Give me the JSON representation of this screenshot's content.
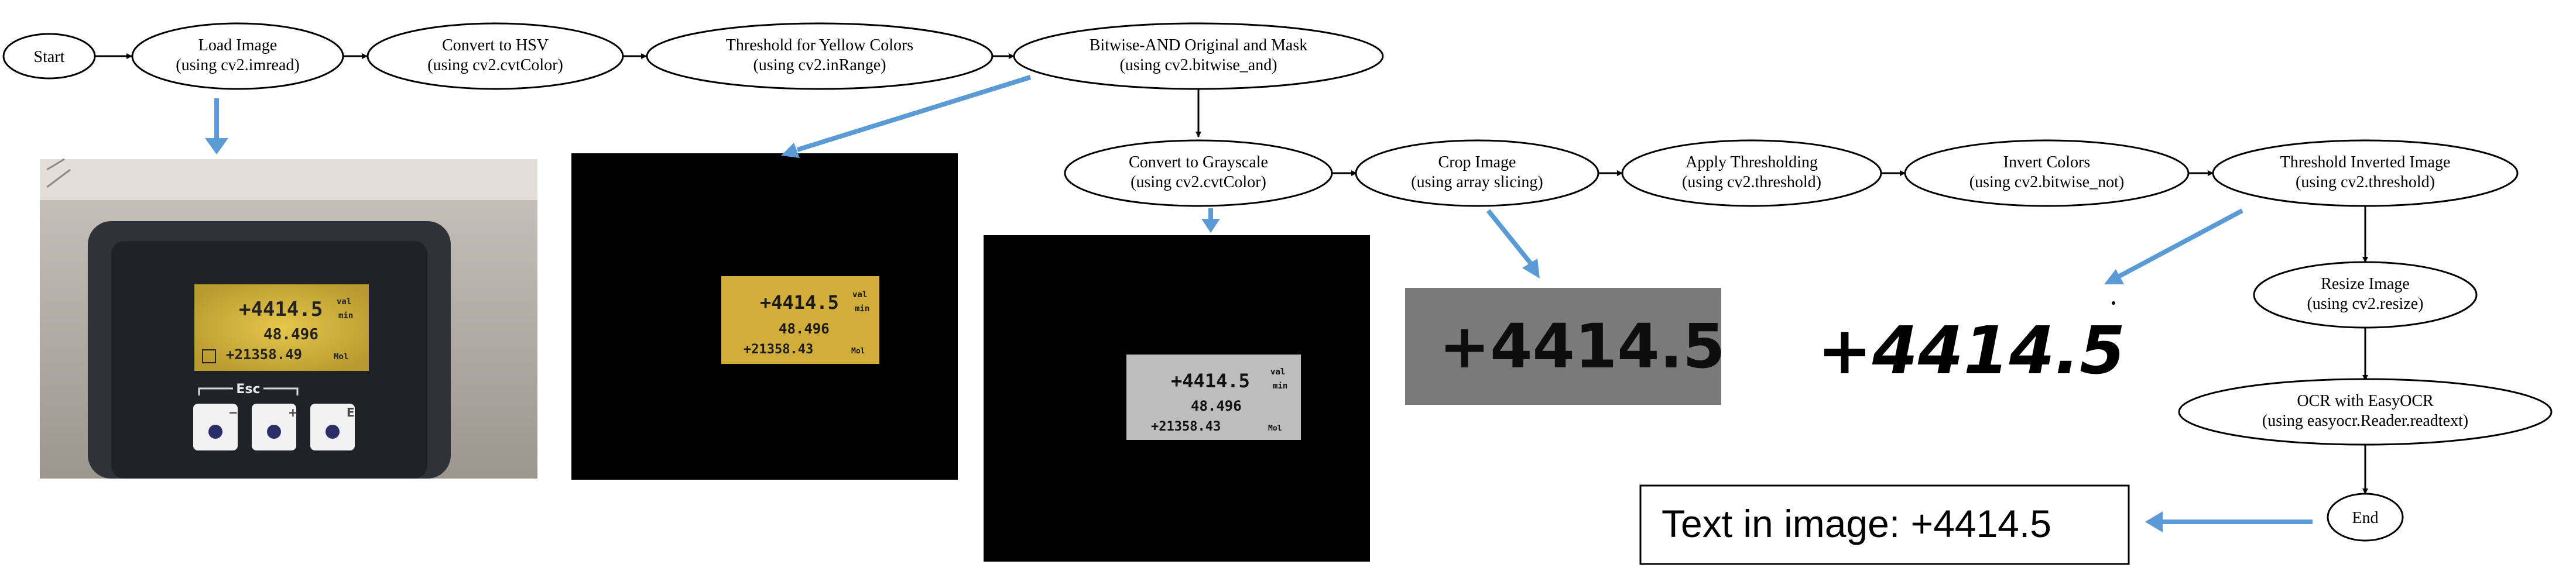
{
  "nodes": {
    "start": {
      "label": "Start"
    },
    "load": {
      "label": "Load Image",
      "sub": "(using cv2.imread)"
    },
    "hsv": {
      "label": "Convert to HSV",
      "sub": "(using cv2.cvtColor)"
    },
    "thresh_yellow": {
      "label": "Threshold for Yellow Colors",
      "sub": "(using cv2.inRange)"
    },
    "bitwise_and": {
      "label": "Bitwise-AND Original and Mask",
      "sub": "(using cv2.bitwise_and)"
    },
    "gray": {
      "label": "Convert to Grayscale",
      "sub": "(using cv2.cvtColor)"
    },
    "crop": {
      "label": "Crop Image",
      "sub": "(using array slicing)"
    },
    "apply_thresh": {
      "label": "Apply Thresholding",
      "sub": "(using cv2.threshold)"
    },
    "invert": {
      "label": "Invert Colors",
      "sub": "(using cv2.bitwise_not)"
    },
    "thresh_inv": {
      "label": "Threshold Inverted Image",
      "sub": "(using cv2.threshold)"
    },
    "resize": {
      "label": "Resize Image",
      "sub": "(using cv2.resize)"
    },
    "ocr": {
      "label": "OCR with EasyOCR",
      "sub": "(using easyocr.Reader.readtext)"
    },
    "end": {
      "label": "End"
    }
  },
  "result": {
    "text": "Text in image: +4414.5"
  },
  "display": {
    "main_value": "+4414.5",
    "secondary_value": "48.496",
    "total_value": "+21358.43",
    "unit_top": "val",
    "unit_mid": "min",
    "unit_bottom": "Mol",
    "photo_total_value": "+21358.49"
  },
  "keypad": {
    "esc": "Esc",
    "minus": "−",
    "plus": "+",
    "enter": "E"
  },
  "colors": {
    "arrow_blue": "#5b9bd5",
    "lcd_yellow": "#d9b43a",
    "node_stroke": "#000000"
  }
}
